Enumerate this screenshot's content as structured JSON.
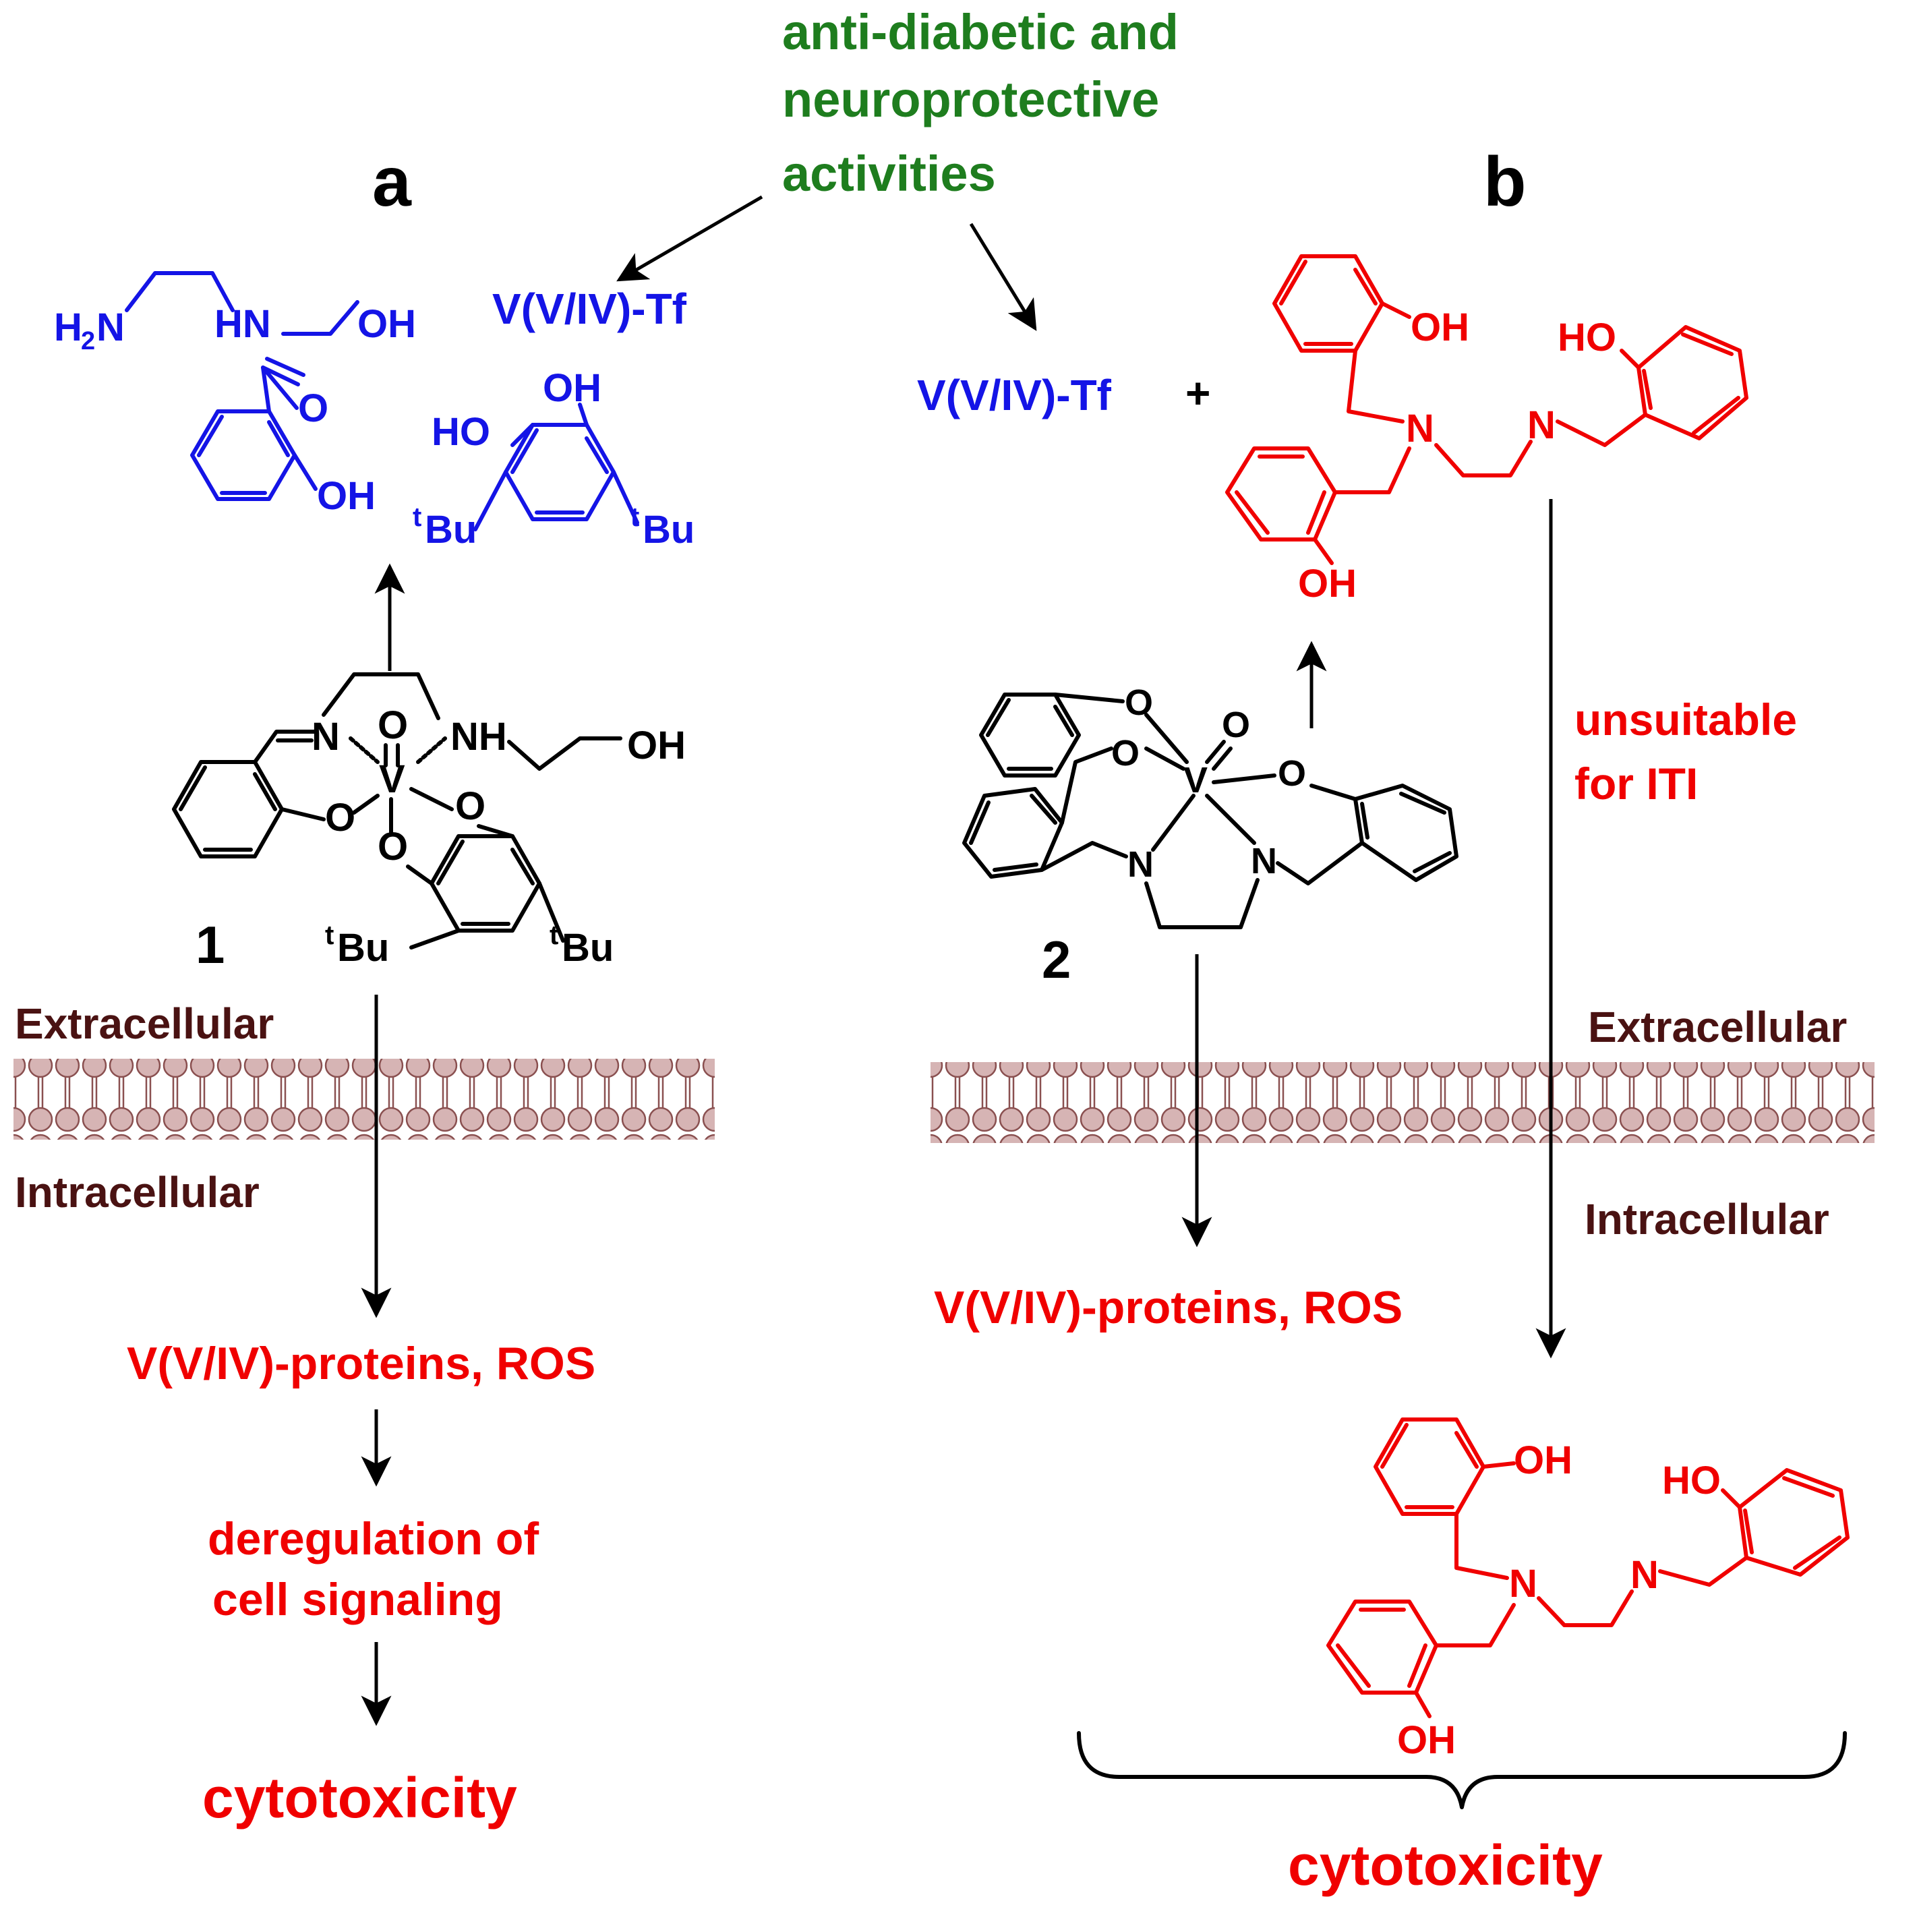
{
  "panels": {
    "a": "a",
    "b": "b"
  },
  "top_note": [
    "anti-diabetic and",
    "neuroprotective",
    "activities"
  ],
  "left": {
    "tf": "V(V/IV)-Tf",
    "amine_H2N": "H",
    "amine_2": "2",
    "amine_N": "N",
    "amine_HN": "HN",
    "amine_OH": "OH",
    "sal_O": "O",
    "sal_OH": "OH",
    "cat_OH": "OH",
    "cat_HO": "HO",
    "tBu_t": "t",
    "tBu_Bu": "Bu",
    "complex_N": "N",
    "complex_NH": "NH",
    "complex_OH": "OH",
    "complex_V": "V",
    "complex_O": "O",
    "label": "1",
    "extracellular": "Extracellular",
    "intracellular": "Intracellular",
    "products": "V(V/IV)-proteins, ROS",
    "dereg_1": "deregulation of",
    "dereg_2": "cell signaling",
    "outcome": "cytotoxicity"
  },
  "right": {
    "tf": "V(V/IV)-Tf",
    "plus": "+",
    "lig_OH": "OH",
    "lig_HO": "HO",
    "lig_N": "N",
    "complex_O": "O",
    "complex_V": "V",
    "complex_N": "N",
    "label": "2",
    "extracellular": "Extracellular",
    "intracellular": "Intracellular",
    "unsuitable_1": "unsuitable",
    "unsuitable_2": "for ITI",
    "products": "V(V/IV)-proteins, ROS",
    "outcome": "cytotoxicity"
  }
}
